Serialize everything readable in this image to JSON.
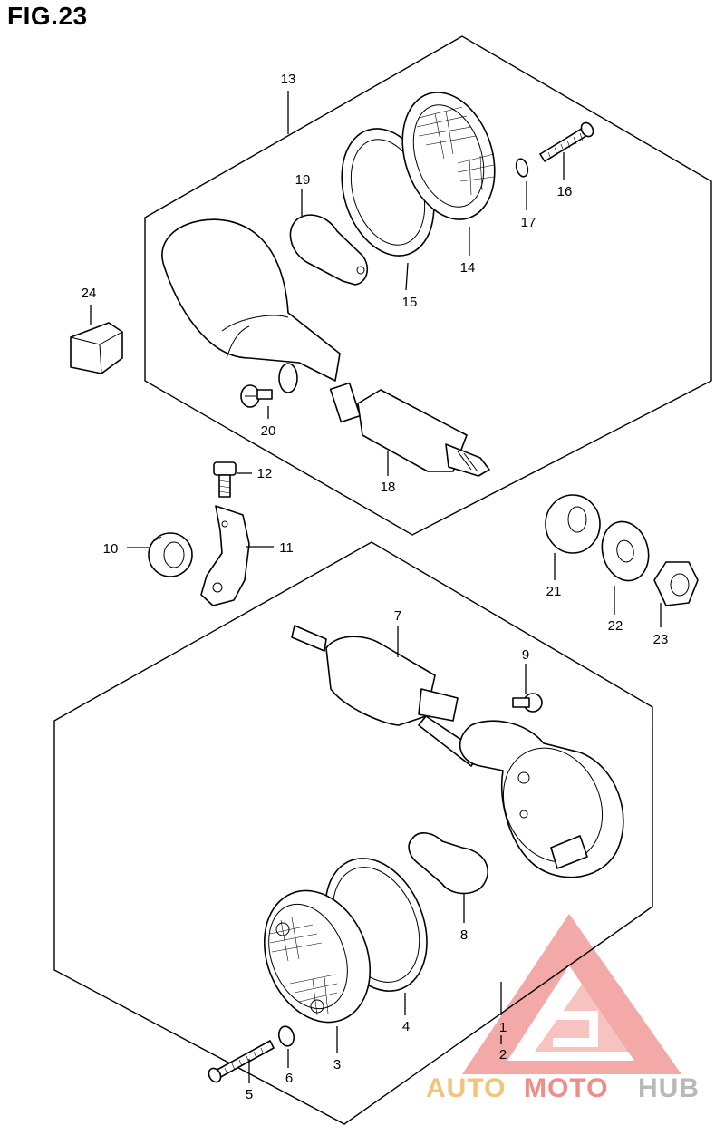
{
  "figure": {
    "title": "FIG.23"
  },
  "parts": [
    {
      "ref": "1"
    },
    {
      "ref": "2"
    },
    {
      "ref": "3"
    },
    {
      "ref": "4"
    },
    {
      "ref": "5"
    },
    {
      "ref": "6"
    },
    {
      "ref": "7"
    },
    {
      "ref": "8"
    },
    {
      "ref": "9"
    },
    {
      "ref": "10"
    },
    {
      "ref": "11"
    },
    {
      "ref": "12"
    },
    {
      "ref": "13"
    },
    {
      "ref": "14"
    },
    {
      "ref": "15"
    },
    {
      "ref": "16"
    },
    {
      "ref": "17"
    },
    {
      "ref": "18"
    },
    {
      "ref": "19"
    },
    {
      "ref": "20"
    },
    {
      "ref": "21"
    },
    {
      "ref": "22"
    },
    {
      "ref": "23"
    },
    {
      "ref": "24"
    }
  ],
  "watermark": {
    "text_part1": "AUTO",
    "text_part2": "MOTO",
    "text_part3": "HUB",
    "color_primary": "#f3c37a",
    "color_accent": "#ee8d8a",
    "color_secondary": "#b9b9b9"
  }
}
